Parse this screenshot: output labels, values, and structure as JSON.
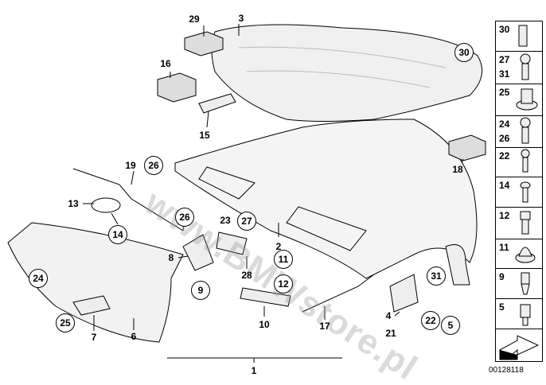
{
  "diagram": {
    "labels": [
      {
        "id": "29",
        "text": "29",
        "circled": false
      },
      {
        "id": "3",
        "text": "3",
        "circled": false
      },
      {
        "id": "30",
        "text": "30",
        "circled": true
      },
      {
        "id": "16",
        "text": "16",
        "circled": false
      },
      {
        "id": "15",
        "text": "15",
        "circled": false
      },
      {
        "id": "18",
        "text": "18",
        "circled": false
      },
      {
        "id": "19",
        "text": "19",
        "circled": false
      },
      {
        "id": "26a",
        "text": "26",
        "circled": true
      },
      {
        "id": "13",
        "text": "13",
        "circled": false
      },
      {
        "id": "14",
        "text": "14",
        "circled": true
      },
      {
        "id": "26b",
        "text": "26",
        "circled": true
      },
      {
        "id": "23",
        "text": "23",
        "circled": false
      },
      {
        "id": "27",
        "text": "27",
        "circled": true
      },
      {
        "id": "2",
        "text": "2",
        "circled": false
      },
      {
        "id": "8",
        "text": "8",
        "circled": false
      },
      {
        "id": "28",
        "text": "28",
        "circled": false
      },
      {
        "id": "9",
        "text": "9",
        "circled": true
      },
      {
        "id": "11",
        "text": "11",
        "circled": true
      },
      {
        "id": "12",
        "text": "12",
        "circled": true
      },
      {
        "id": "10",
        "text": "10",
        "circled": false
      },
      {
        "id": "17",
        "text": "17",
        "circled": false
      },
      {
        "id": "4",
        "text": "4",
        "circled": false
      },
      {
        "id": "21",
        "text": "21",
        "circled": false
      },
      {
        "id": "22",
        "text": "22",
        "circled": true
      },
      {
        "id": "5",
        "text": "5",
        "circled": true
      },
      {
        "id": "31",
        "text": "31",
        "circled": true
      },
      {
        "id": "24",
        "text": "24",
        "circled": true
      },
      {
        "id": "25",
        "text": "25",
        "circled": true
      },
      {
        "id": "7",
        "text": "7",
        "circled": false
      },
      {
        "id": "6",
        "text": "6",
        "circled": false
      },
      {
        "id": "1",
        "text": "1",
        "circled": false
      }
    ],
    "fastener_legend": [
      {
        "text": "30",
        "icon": "clip-icon"
      },
      {
        "text": "27\n31",
        "icon": "screw-icon"
      },
      {
        "text": "25",
        "icon": "nut-icon"
      },
      {
        "text": "24\n26",
        "icon": "screw-icon"
      },
      {
        "text": "22",
        "icon": "countersunk-screw-icon"
      },
      {
        "text": "14",
        "icon": "oval-head-screw-icon"
      },
      {
        "text": "12",
        "icon": "socket-bolt-icon"
      },
      {
        "text": "11",
        "icon": "flange-nut-icon"
      },
      {
        "text": "9",
        "icon": "buffer-icon"
      },
      {
        "text": "5",
        "icon": "stud-bolt-icon"
      },
      {
        "text": "",
        "icon": "arrow-icon"
      }
    ],
    "diagram_code": "00128118",
    "watermark": "www.BMWstore.pl"
  }
}
